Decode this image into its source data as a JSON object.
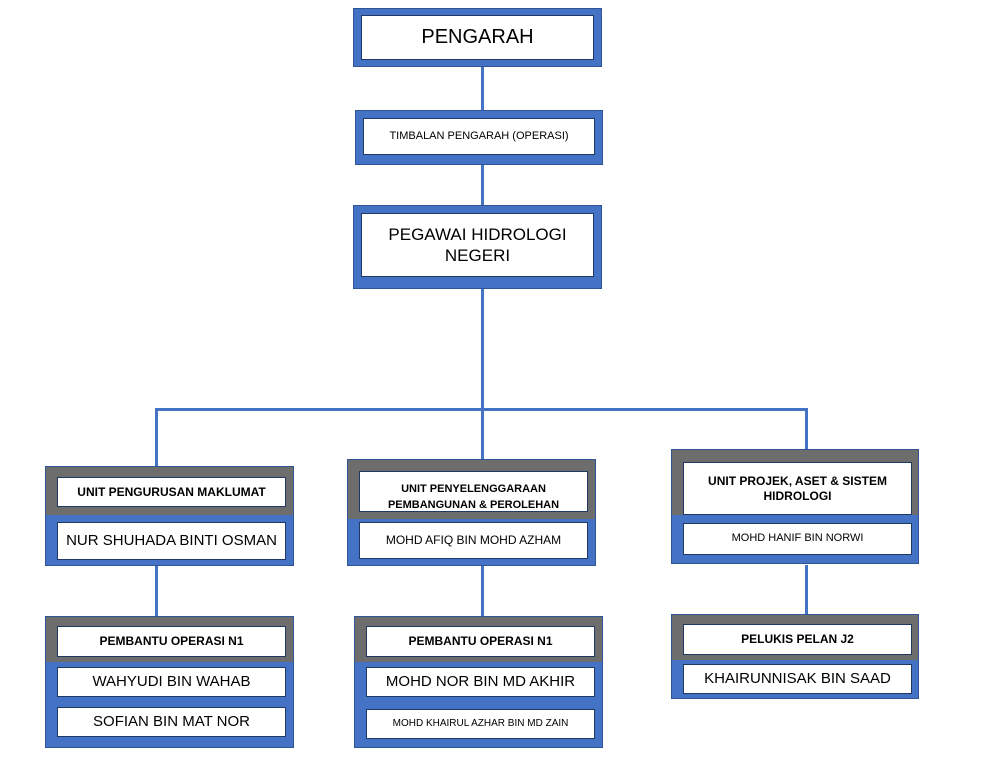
{
  "director": "PENGARAH",
  "deputy_director": "TIMBALAN PENGARAH (OPERASI)",
  "state_hydrology_officer": "PEGAWAI HIDROLOGI NEGERI",
  "units": [
    {
      "title": "UNIT PENGURUSAN MAKLUMAT",
      "head": "NUR SHUHADA BINTI OSMAN",
      "sub_title": "PEMBANTU OPERASI N1",
      "staff": [
        "WAHYUDI BIN WAHAB",
        "SOFIAN BIN MAT NOR"
      ]
    },
    {
      "title": "UNIT PENYELENGGARAAN PEMBANGUNAN & PEROLEHAN",
      "head": "MOHD AFIQ BIN MOHD AZHAM",
      "sub_title": "PEMBANTU OPERASI N1",
      "staff": [
        "MOHD NOR BIN MD AKHIR",
        "MOHD KHAIRUL AZHAR BIN MD ZAIN"
      ]
    },
    {
      "title": "UNIT PROJEK, ASET & SISTEM HIDROLOGI",
      "head": "MOHD HANIF BIN NORWI",
      "sub_title": "PELUKIS PELAN J2",
      "staff": [
        "KHAIRUNNISAK BIN SAAD"
      ]
    }
  ],
  "colors": {
    "frame": "#4472c4",
    "band": "#6d6d6d",
    "box_border": "#1f3864"
  }
}
